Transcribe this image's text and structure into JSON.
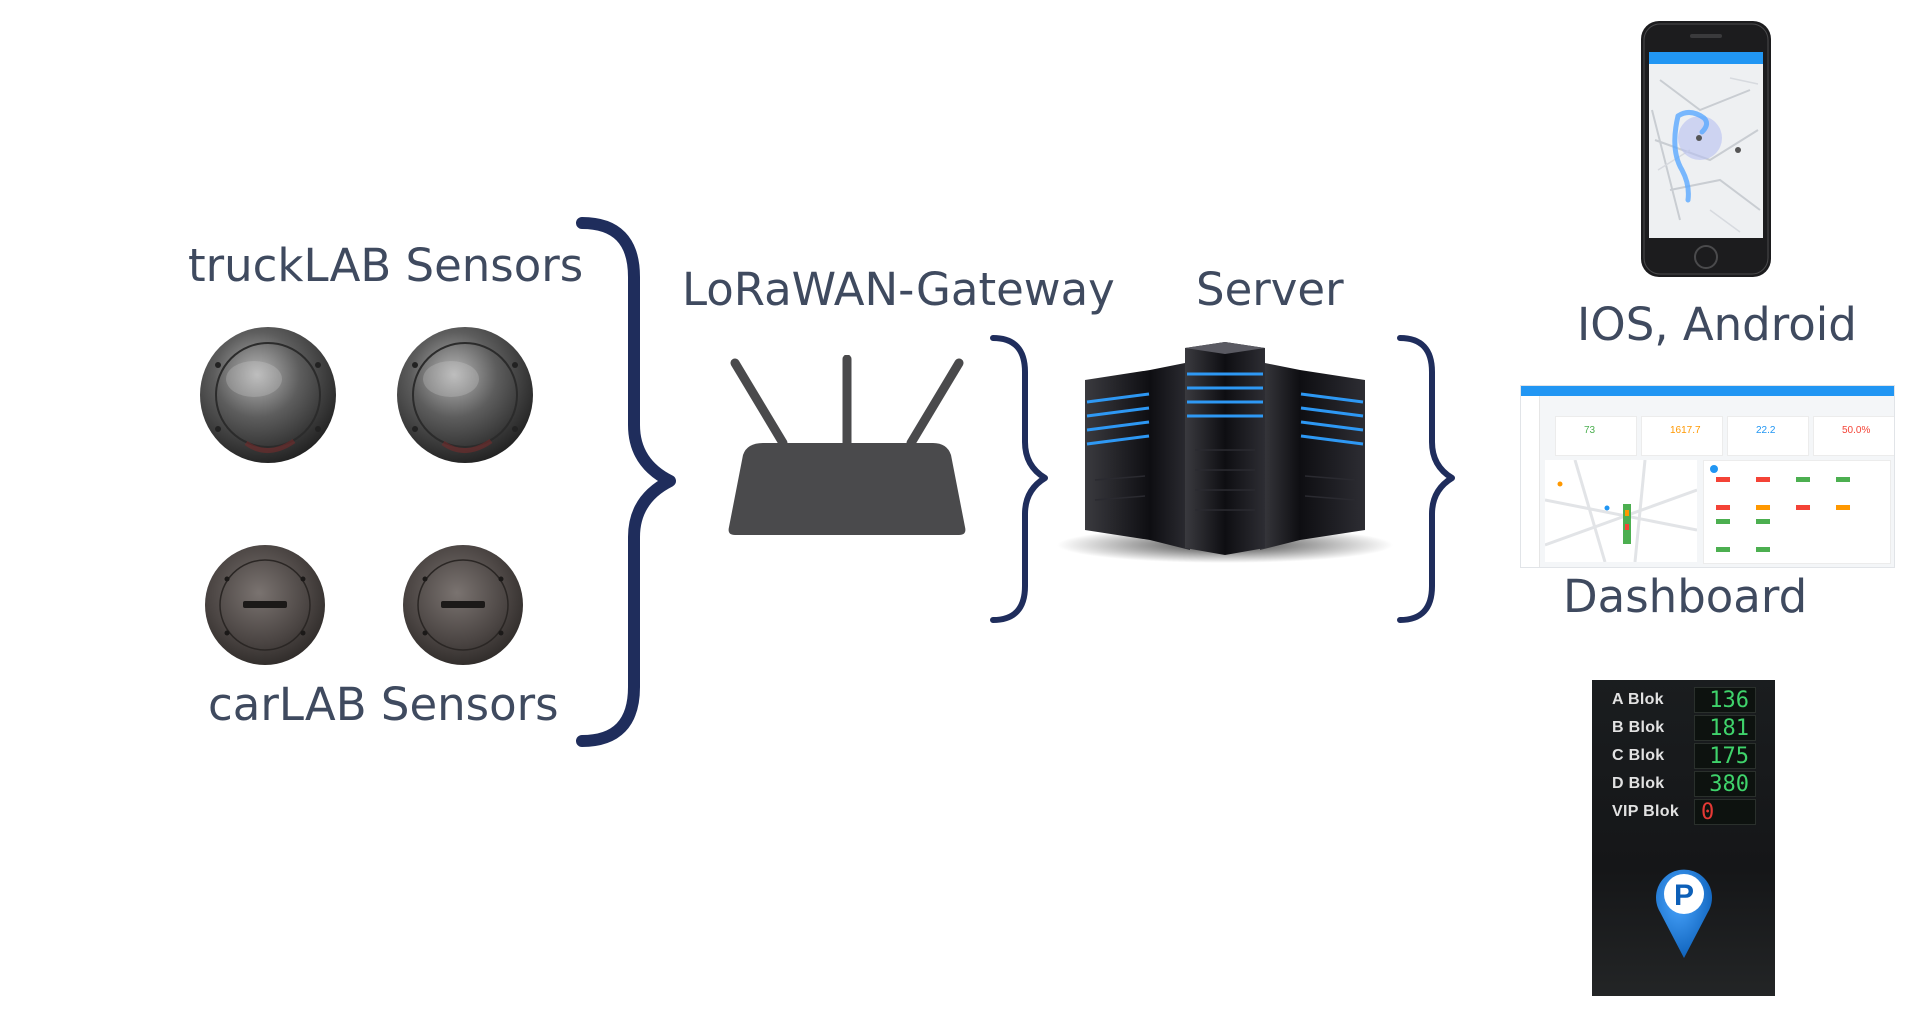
{
  "labels": {
    "truck_sensors": "truckLAB Sensors",
    "car_sensors": "carLAB Sensors",
    "gateway": "LoRaWAN-Gateway",
    "server": "Server",
    "mobile": "IOS, Android",
    "dashboard": "Dashboard"
  },
  "dashboard_stats": [
    {
      "value": "73",
      "color": "#4caf50"
    },
    {
      "value": "1617.7",
      "color": "#ff9800"
    },
    {
      "value": "22.2",
      "color": "#2196f3"
    },
    {
      "value": "50.0%",
      "color": "#f44336"
    }
  ],
  "parking_board": {
    "rows": [
      {
        "label": "A Blok",
        "count": "136",
        "color": "#3fd36b"
      },
      {
        "label": "B Blok",
        "count": "181",
        "color": "#3fd36b"
      },
      {
        "label": "C Blok",
        "count": "175",
        "color": "#3fd36b"
      },
      {
        "label": "D Blok",
        "count": "380",
        "color": "#3fd36b"
      },
      {
        "label": "VIP Blok",
        "count": "0",
        "color": "#e53935"
      }
    ],
    "sign_letter": "P"
  },
  "colors": {
    "brace": "#1f2d5c",
    "text": "#3f4a5f",
    "router": "#4a4a4c",
    "server_glow": "#2f9fff",
    "app_blue": "#2196f3"
  }
}
